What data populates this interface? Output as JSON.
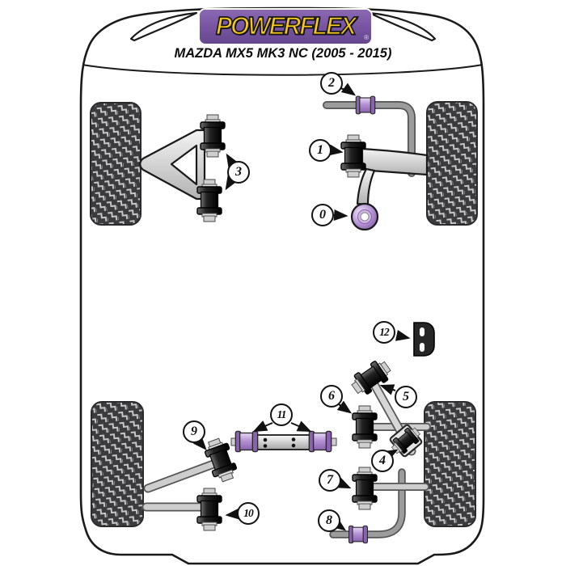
{
  "header": {
    "brand": "POWERFLEX",
    "registered_mark": "®",
    "subtitle": "MAZDA MX5 MK3 NC (2005 - 2015)"
  },
  "diagram": {
    "vehicle": "MAZDA MX5 MK3 NC (2005 - 2015)",
    "callouts": [
      {
        "label": "0"
      },
      {
        "label": "1"
      },
      {
        "label": "2"
      },
      {
        "label": "3"
      },
      {
        "label": "4"
      },
      {
        "label": "5"
      },
      {
        "label": "6"
      },
      {
        "label": "7"
      },
      {
        "label": "8"
      },
      {
        "label": "9"
      },
      {
        "label": "10"
      },
      {
        "label": "11"
      },
      {
        "label": "12"
      }
    ]
  },
  "colors": {
    "banner_purple": "#7a57a4",
    "logo_yellow": "#f5c81a",
    "bush_purple_light": "#ddc9ef",
    "bush_purple_dark": "#8a63ae",
    "bush_black": "#1e1e1e",
    "metal_gray": "#d4d4d4",
    "bar_gray": "#9a9a9a",
    "tire_dark": "#3b3b3d",
    "tread_light": "#c6c6c6",
    "outline_black": "#1a1a1a"
  }
}
